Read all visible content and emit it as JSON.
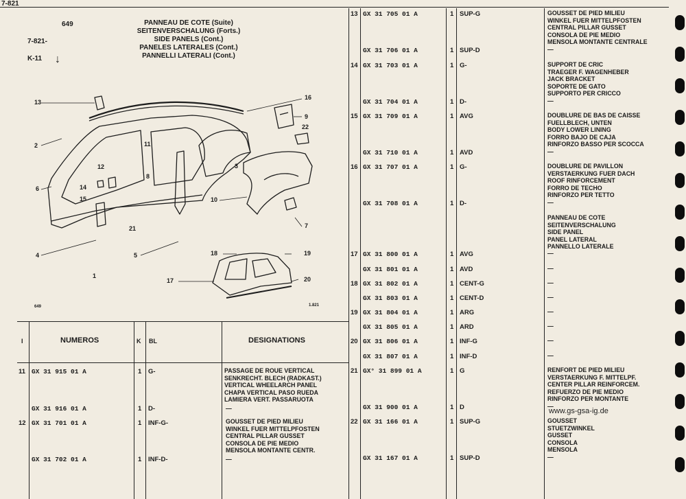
{
  "header": {
    "page_ref": "7-821",
    "page_number": "649",
    "group_code": "7-821-",
    "sub_code": "K-11",
    "arrow": "↓",
    "titles": [
      "PANNEAU DE COTE (Suite)",
      "SEITENVERSCHALUNG (Forts.)",
      "SIDE PANELS (Cont.)",
      "PANELES LATERALES (Cont.)",
      "PANNELLI LATERALI (Cont.)"
    ]
  },
  "figure": {
    "callouts": [
      "13",
      "16",
      "9",
      "22",
      "2",
      "11",
      "12",
      "3",
      "8",
      "6",
      "14",
      "15",
      "10",
      "21",
      "7",
      "4",
      "5",
      "1",
      "18",
      "19",
      "17",
      "20"
    ],
    "tag_left": "649",
    "tag_right": "1.821"
  },
  "table_headers": {
    "index": "I",
    "numeros": "NUMEROS",
    "k": "K",
    "bl": "BL",
    "designations": "DESIGNATIONS"
  },
  "left_rows": [
    {
      "idx": "11",
      "num": "GX 31 915  01 A",
      "k": "1",
      "bl": "G-",
      "desig": [
        "PASSAGE DE ROUE VERTICAL",
        "SENKRECHT. BLECH (RADKAST.)",
        "VERTICAL WHEELARCH PANEL",
        "CHAPA VERTICAL PASO RUEDA",
        "LAMIERA VERT. PASSARUOTA"
      ]
    },
    {
      "idx": "",
      "num": "GX 31 916  01 A",
      "k": "1",
      "bl": "D-",
      "desig": [
        "—"
      ]
    },
    {
      "idx": "12",
      "num": "GX 31 701  01 A",
      "k": "1",
      "bl": "INF-G-",
      "desig": [
        "GOUSSET DE PIED MILIEU",
        "WINKEL FUER MITTELPFOSTEN",
        "CENTRAL PILLAR GUSSET",
        "CONSOLA DE PIE MEDIO",
        "MENSOLA MONTANTE CENTR."
      ]
    },
    {
      "idx": "",
      "num": "GX 31 702  01 A",
      "k": "1",
      "bl": "INF-D-",
      "desig": [
        "—"
      ]
    }
  ],
  "right_rows": [
    {
      "idx": "13",
      "num": "GX 31 705  01 A",
      "k": "1",
      "bl": "SUP-G",
      "desig": [
        "GOUSSET DE PIED MILIEU",
        "WINKEL FUER MITTELPFOSTEN",
        "CENTRAL PILLAR GUSSET",
        "CONSOLA DE PIE MEDIO",
        "MENSOLA MONTANTE CENTRALE"
      ]
    },
    {
      "idx": "",
      "num": "GX 31 706  01 A",
      "k": "1",
      "bl": "SUP-D",
      "desig": [
        "—"
      ]
    },
    {
      "idx": "14",
      "num": "GX 31 703  01 A",
      "k": "1",
      "bl": "G-",
      "desig": [
        "SUPPORT DE CRIC",
        "TRAEGER F. WAGENHEBER",
        "JACK BRACKET",
        "SOPORTE DE GATO",
        "SUPPORTO PER CRICCO"
      ]
    },
    {
      "idx": "",
      "num": "GX 31 704  01 A",
      "k": "1",
      "bl": "D-",
      "desig": [
        "—"
      ]
    },
    {
      "idx": "15",
      "num": "GX 31 709  01 A",
      "k": "1",
      "bl": "AVG",
      "desig": [
        "DOUBLURE DE BAS DE CAISSE",
        "FUELLBLECH, UNTEN",
        "BODY LOWER LINING",
        "FORRO BAJO DE CAJA",
        "RINFORZO BASSO PER SCOCCA"
      ]
    },
    {
      "idx": "",
      "num": "GX 31 710  01 A",
      "k": "1",
      "bl": "AVD",
      "desig": [
        "—"
      ]
    },
    {
      "idx": "16",
      "num": "GX 31 707  01 A",
      "k": "1",
      "bl": "G-",
      "desig": [
        "DOUBLURE DE PAVILLON",
        "VERSTAERKUNG FUER DACH",
        "ROOF RINFORCEMENT",
        "FORRO DE TECHO",
        "RINFORZO PER TETTO"
      ]
    },
    {
      "idx": "",
      "num": "GX 31 708  01 A",
      "k": "1",
      "bl": "D-",
      "desig": [
        "—"
      ]
    },
    {
      "idx": "",
      "num": "",
      "k": "",
      "bl": "",
      "desig": [
        "PANNEAU DE COTE",
        "SEITENVERSCHALUNG",
        "SIDE PANEL",
        "PANEL LATERAL",
        "PANNELLO LATERALE"
      ]
    },
    {
      "idx": "17",
      "num": "GX 31 800  01 A",
      "k": "1",
      "bl": "AVG",
      "desig": [
        "—"
      ]
    },
    {
      "idx": "",
      "num": "GX 31 801  01 A",
      "k": "1",
      "bl": "AVD",
      "desig": [
        "—"
      ]
    },
    {
      "idx": "18",
      "num": "GX 31 802  01 A",
      "k": "1",
      "bl": "CENT-G",
      "desig": [
        "—"
      ]
    },
    {
      "idx": "",
      "num": "GX 31 803  01 A",
      "k": "1",
      "bl": "CENT-D",
      "desig": [
        "—"
      ]
    },
    {
      "idx": "19",
      "num": "GX 31 804  01 A",
      "k": "1",
      "bl": "ARG",
      "desig": [
        "—"
      ]
    },
    {
      "idx": "",
      "num": "GX 31 805  01 A",
      "k": "1",
      "bl": "ARD",
      "desig": [
        "—"
      ]
    },
    {
      "idx": "20",
      "num": "GX 31 806  01 A",
      "k": "1",
      "bl": "INF-G",
      "desig": [
        "—"
      ]
    },
    {
      "idx": "",
      "num": "GX 31 807  01 A",
      "k": "1",
      "bl": "INF-D",
      "desig": [
        "—"
      ]
    },
    {
      "idx": "21",
      "num": "GX° 31 899  01 A",
      "k": "1",
      "bl": "G",
      "desig": [
        "RENFORT DE PIED MILIEU",
        "VERSTAERKUNG F. MITTELPF.",
        "CENTER PILLAR REINFORCEM.",
        "REFUERZO DE PIE MEDIO",
        "RINFORZO PER MONTANTE"
      ]
    },
    {
      "idx": "",
      "num": "GX 31 900  01 A",
      "k": "1",
      "bl": "D",
      "desig": [
        "—"
      ]
    },
    {
      "idx": "22",
      "num": "GX 31 166  01 A",
      "k": "1",
      "bl": "SUP-G",
      "desig": [
        "GOUSSET",
        "STUETZWINKEL",
        "GUSSET",
        "CONSOLA",
        "MENSOLA"
      ]
    },
    {
      "idx": "",
      "num": "GX 31 167  01 A",
      "k": "1",
      "bl": "SUP-D",
      "desig": [
        "—"
      ]
    }
  ],
  "watermark": "www.gs-gsa-ig.de"
}
